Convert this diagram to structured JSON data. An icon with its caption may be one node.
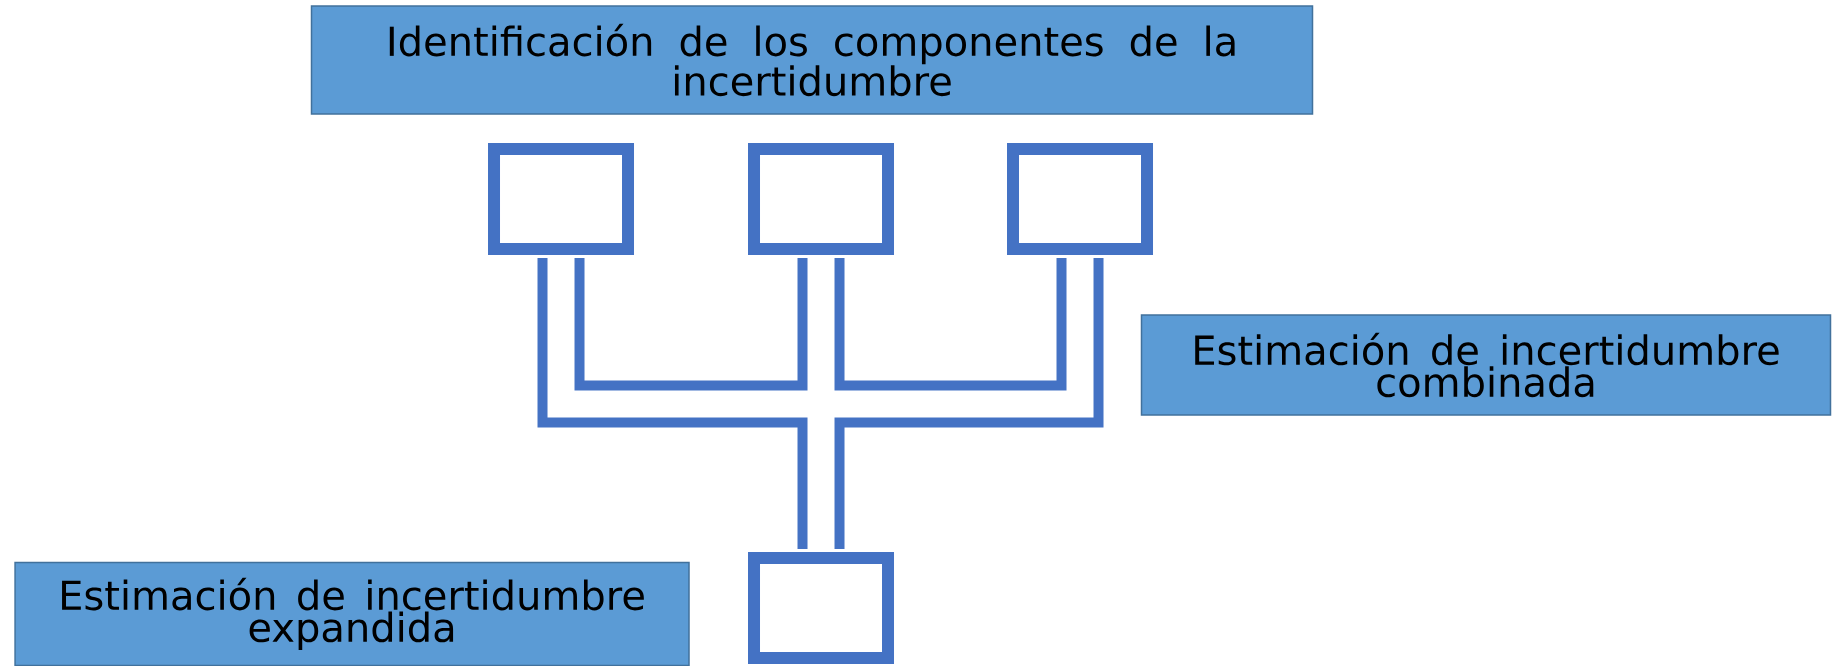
{
  "diagram": {
    "nodes": [
      {
        "text": [
          "Identificación de los componentes de la incertidumbre"
        ]
      },
      {
        "text": [],
        "shape": "box"
      },
      {
        "text": [],
        "shape": "box"
      },
      {
        "text": [],
        "shape": "box"
      },
      {
        "text": [
          "Estimación de incertidumbre combinada"
        ]
      },
      {
        "text": [
          "Estimación de incertidumbre expandida"
        ]
      },
      {
        "text": [],
        "shape": "box"
      }
    ],
    "edges": [
      {
        "from": 1,
        "to": 6,
        "arrow": "none"
      },
      {
        "from": 2,
        "to": 6,
        "arrow": "none"
      },
      {
        "from": 3,
        "to": 6,
        "arrow": "none"
      }
    ]
  }
}
